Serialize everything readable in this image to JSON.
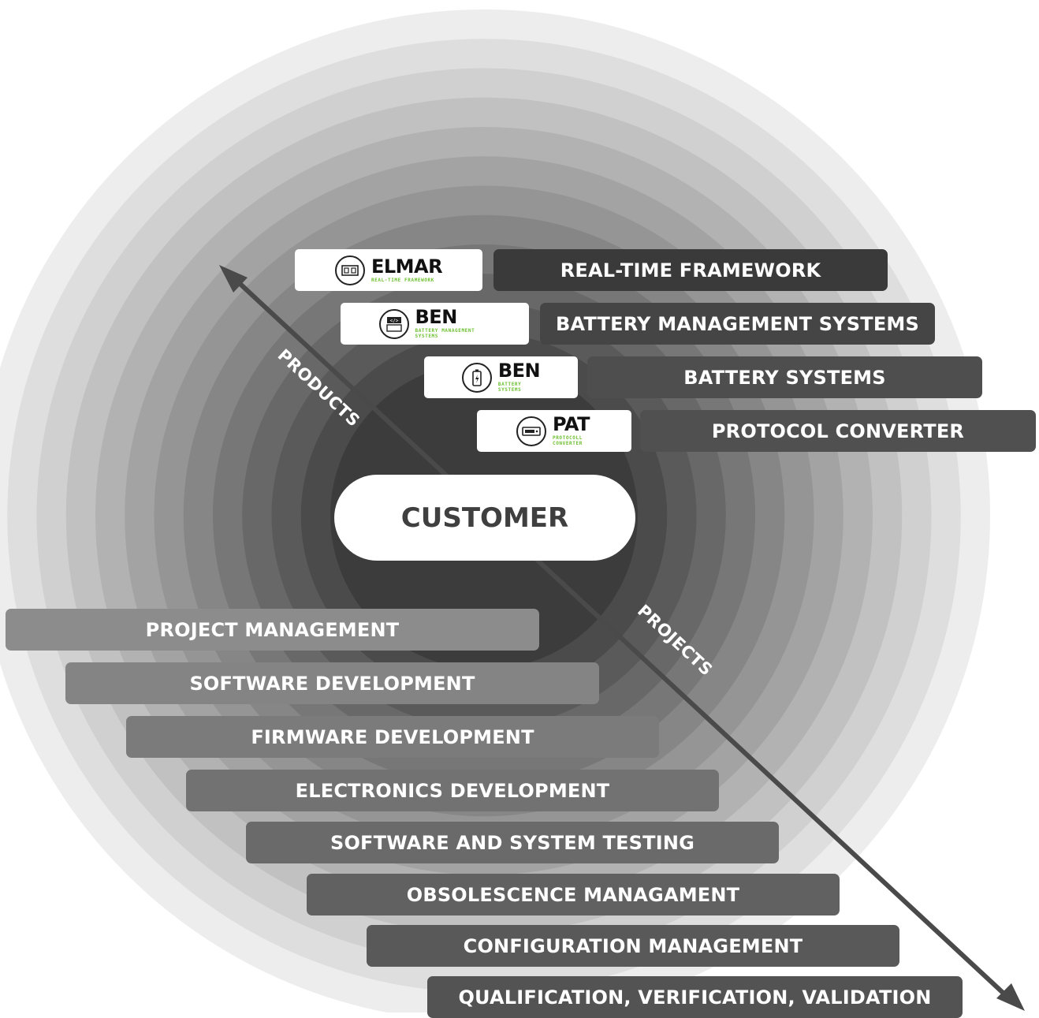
{
  "center": {
    "label": "CUSTOMER"
  },
  "axes": {
    "up_label": "PRODUCTS",
    "down_label": "PROJECTS"
  },
  "products": [
    {
      "logo_name": "ELMAR",
      "logo_sub": "REAL-TIME FRAMEWORK",
      "icon": "circuit-board-icon",
      "label": "REAL-TIME FRAMEWORK"
    },
    {
      "logo_name": "BEN",
      "logo_sub": "BATTERY MANAGEMENT SYSTEMS",
      "icon": "code-module-icon",
      "label": "BATTERY MANAGEMENT SYSTEMS"
    },
    {
      "logo_name": "BEN",
      "logo_sub": "BATTERY SYSTEMS",
      "icon": "battery-icon",
      "label": "BATTERY SYSTEMS"
    },
    {
      "logo_name": "PAT",
      "logo_sub": "PROTOCOLL CONVERTER",
      "icon": "converter-device-icon",
      "label": "PROTOCOL CONVERTER"
    }
  ],
  "projects": [
    "PROJECT MANAGEMENT",
    "SOFTWARE DEVELOPMENT",
    "FIRMWARE DEVELOPMENT",
    "ELECTRONICS DEVELOPMENT",
    "SOFTWARE AND SYSTEM TESTING",
    "OBSOLESCENCE MANAGAMENT",
    "CONFIGURATION MANAGEMENT",
    "QUALIFICATION, VERIFICATION, VALIDATION"
  ],
  "colors": {
    "accent_green": "#6cbf2f",
    "product_bar_dark": "#3a3a3a",
    "product_bar": "#4e4e4e",
    "ring_outer": "#ededed",
    "ring_inner": "#3c3c3c"
  }
}
